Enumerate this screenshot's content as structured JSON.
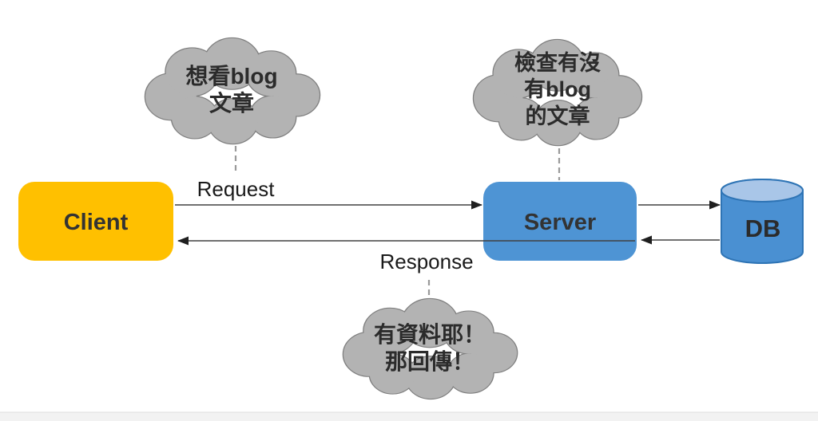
{
  "title": "Client-Server-DB request flow diagram",
  "colors": {
    "background": "#FFFFFF",
    "cloud_fill": "#B3B3B3",
    "cloud_stroke": "#7F7F7F",
    "client_fill": "#FFC000",
    "server_fill": "#4E94D4",
    "db_body_fill": "#4A90D2",
    "db_top_fill": "#A9C6E8",
    "db_stroke": "#2E74B5",
    "arrow_line": "#404040",
    "arrow_head": "#1F1F1F",
    "dash_line": "#9A9A9A",
    "label_text": "#333333",
    "footer_bar": "#F2F2F2"
  },
  "nodes": {
    "client": {
      "label": "Client"
    },
    "server": {
      "label": "Server"
    },
    "db": {
      "label": "DB"
    }
  },
  "arrows": {
    "request": {
      "label": "Request",
      "direction": "client-to-server"
    },
    "response": {
      "label": "Response",
      "direction": "server-to-client"
    },
    "server_db": {
      "direction": "server-to-db"
    },
    "db_server": {
      "direction": "db-to-server"
    }
  },
  "thoughts": {
    "client_thought": {
      "lines": [
        "想看blog",
        "文章"
      ]
    },
    "server_thought": {
      "lines": [
        "檢查有沒",
        "有blog",
        "的文章"
      ]
    },
    "response_thought": {
      "lines": [
        "有資料耶！",
        "那回傳！"
      ]
    }
  }
}
